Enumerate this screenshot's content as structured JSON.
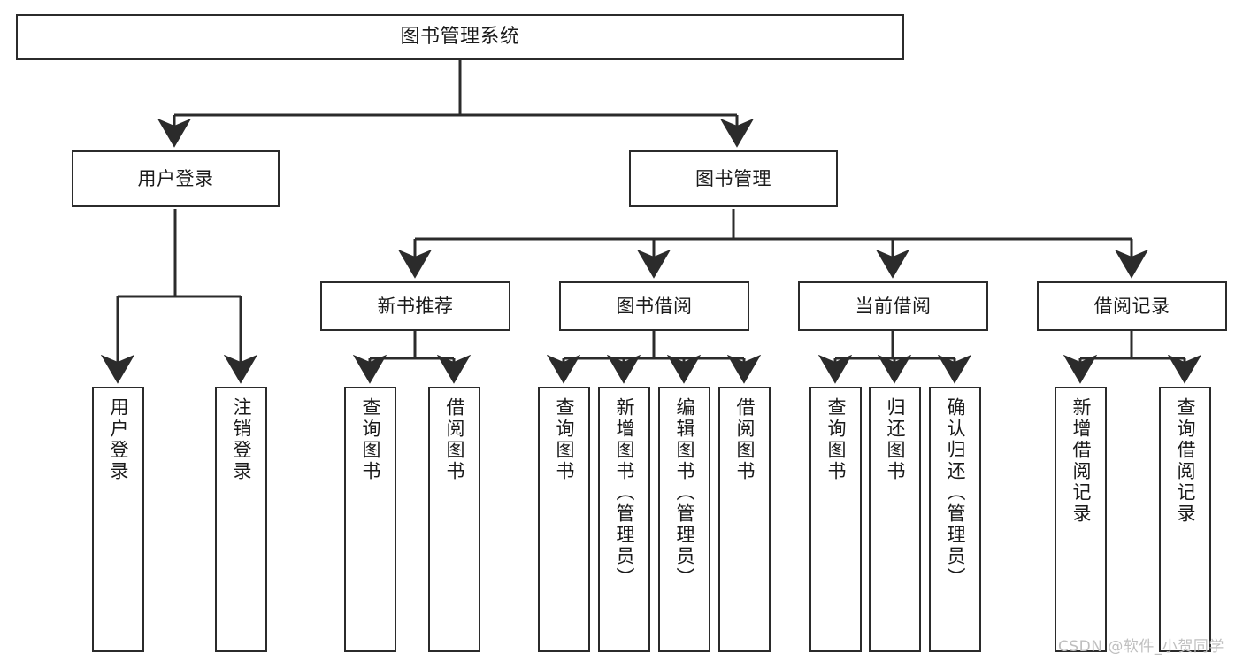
{
  "diagram": {
    "title": "图书管理系统",
    "type": "hierarchy-tree",
    "colors": {
      "box_border": "#2b2b2b",
      "box_fill": "#ffffff",
      "edge": "#2b2b2b",
      "text": "#1a1a1a",
      "watermark": "#bfbfbf"
    },
    "nodes": {
      "root": {
        "label": "图书管理系统"
      },
      "level2": [
        {
          "label": "用户登录"
        },
        {
          "label": "图书管理"
        }
      ],
      "level3": [
        {
          "label": "新书推荐"
        },
        {
          "label": "图书借阅"
        },
        {
          "label": "当前借阅"
        },
        {
          "label": "借阅记录"
        }
      ],
      "leaves_user_login": [
        {
          "label": "用户登录"
        },
        {
          "label": "注销登录"
        }
      ],
      "leaves_new_book": [
        {
          "label": "查询图书"
        },
        {
          "label": "借阅图书"
        }
      ],
      "leaves_borrow": [
        {
          "label": "查询图书"
        },
        {
          "label": "新增图书（管理员）"
        },
        {
          "label": "编辑图书（管理员）"
        },
        {
          "label": "借阅图书"
        }
      ],
      "leaves_current": [
        {
          "label": "查询图书"
        },
        {
          "label": "归还图书"
        },
        {
          "label": "确认归还（管理员）"
        }
      ],
      "leaves_records": [
        {
          "label": "新增借阅记录"
        },
        {
          "label": "查询借阅记录"
        }
      ]
    }
  },
  "watermark": {
    "text": "CSDN @软件_小贺同学"
  }
}
